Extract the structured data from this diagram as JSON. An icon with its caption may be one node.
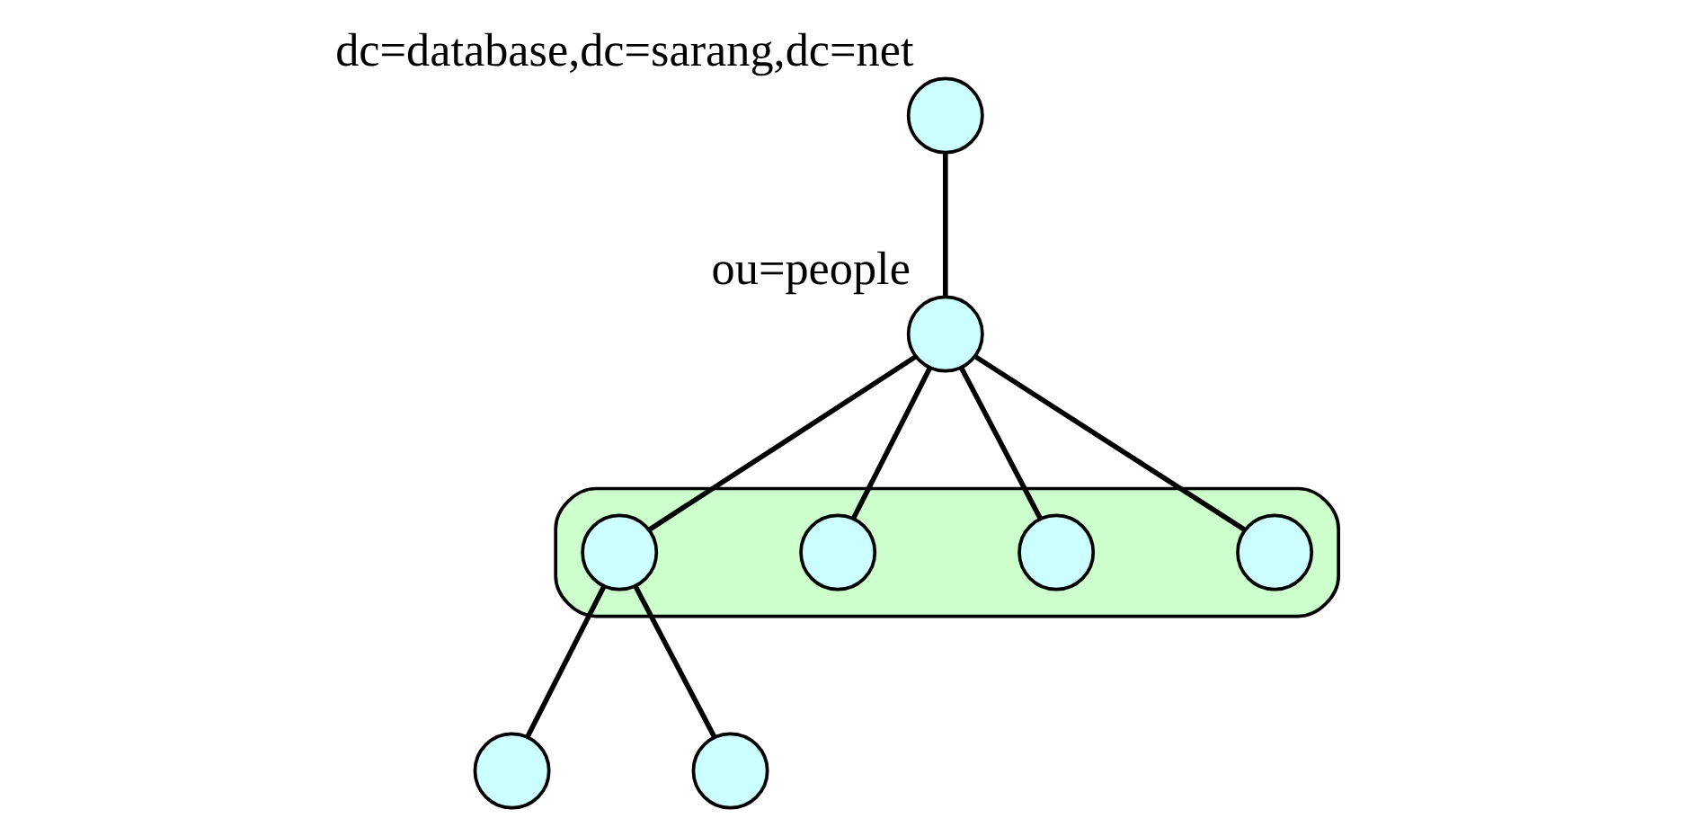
{
  "diagram": {
    "nodes": [
      {
        "text": [],
        "shape": "circle",
        "beside": [
          "dc=database,dc=sarang,dc=net"
        ]
      },
      {
        "text": [],
        "shape": "circle",
        "beside": [
          "ou=people"
        ]
      },
      {
        "text": [],
        "shape": "ellipse"
      },
      {
        "text": [],
        "shape": "circle",
        "in": 2
      },
      {
        "text": [],
        "shape": "circle",
        "in": 2
      },
      {
        "text": [],
        "shape": "circle",
        "in": 2
      },
      {
        "text": [],
        "shape": "circle",
        "in": 2
      },
      {
        "text": [],
        "shape": "circle"
      },
      {
        "text": [],
        "shape": "circle"
      }
    ],
    "edges": [
      {
        "from": 0,
        "to": 1,
        "arrow": "none"
      },
      {
        "from": 1,
        "to": 3,
        "arrow": "none"
      },
      {
        "from": 1,
        "to": 4,
        "arrow": "none"
      },
      {
        "from": 1,
        "to": 5,
        "arrow": "none"
      },
      {
        "from": 1,
        "to": 6,
        "arrow": "none"
      },
      {
        "from": 3,
        "to": 7,
        "arrow": "none"
      },
      {
        "from": 3,
        "to": 8,
        "arrow": "none"
      }
    ]
  }
}
